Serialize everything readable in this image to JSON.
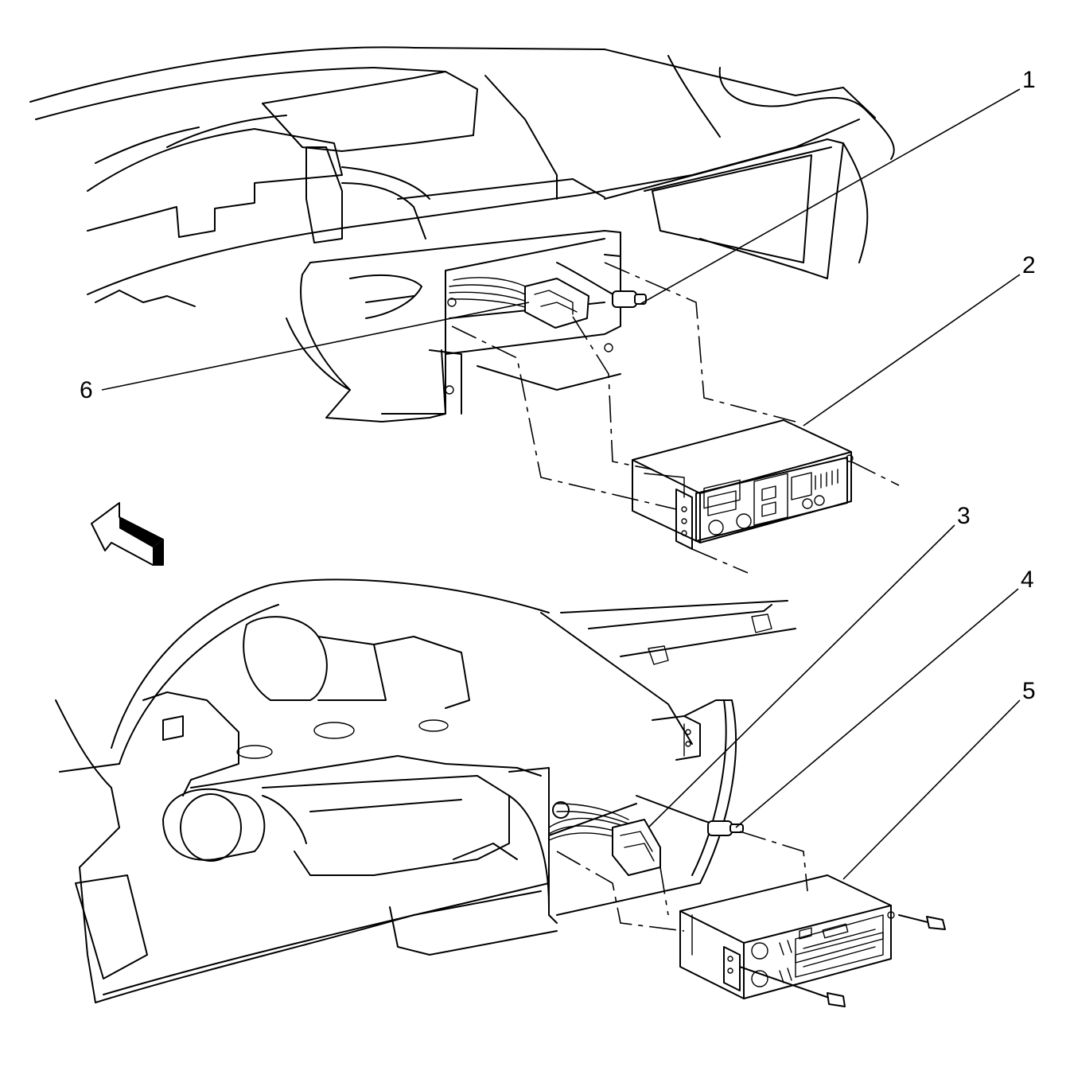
{
  "callouts": [
    {
      "id": "1",
      "label": "1"
    },
    {
      "id": "2",
      "label": "2"
    },
    {
      "id": "3",
      "label": "3"
    },
    {
      "id": "4",
      "label": "4"
    },
    {
      "id": "5",
      "label": "5"
    },
    {
      "id": "6",
      "label": "6"
    }
  ],
  "icons": {
    "direction_arrow": "forward-arrow-icon",
    "radio_upper": "radio-receiver-icon",
    "radio_lower": "radio-receiver-icon",
    "connector": "wiring-connector-icon",
    "antenna_plug": "antenna-plug-icon",
    "bolt": "bolt-icon"
  },
  "colors": {
    "line": "#000000",
    "background": "#ffffff"
  }
}
